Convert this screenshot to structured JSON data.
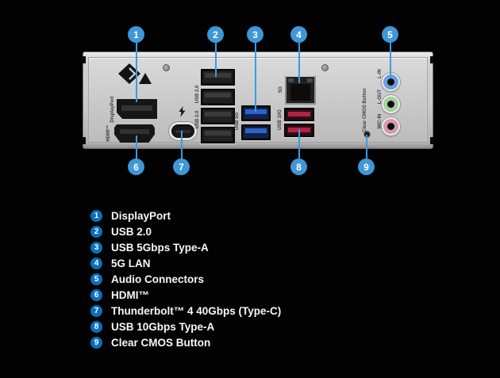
{
  "callouts": [
    {
      "number": "1"
    },
    {
      "number": "2"
    },
    {
      "number": "3"
    },
    {
      "number": "4"
    },
    {
      "number": "5"
    },
    {
      "number": "6"
    },
    {
      "number": "7"
    },
    {
      "number": "8"
    },
    {
      "number": "9"
    }
  ],
  "panel": {
    "labels": {
      "displayport": "DisplayPort",
      "hdmi": "HDMI™",
      "usb2_top": "USB 2.0",
      "usb2_bottom": "USB 2.0",
      "usb_5g": "USB 5G",
      "lan_5g": "5G",
      "usb_10g": "USB 10G",
      "clear_cmos": "Clear CMOS Button",
      "line_in": "L-IN",
      "line_out": "L-OUT",
      "mic_in": "MIC-IN"
    }
  },
  "legend": {
    "items": [
      {
        "number": "1",
        "label": "DisplayPort"
      },
      {
        "number": "2",
        "label": "USB 2.0"
      },
      {
        "number": "3",
        "label": "USB 5Gbps Type-A"
      },
      {
        "number": "4",
        "label": "5G LAN"
      },
      {
        "number": "5",
        "label": "Audio Connectors"
      },
      {
        "number": "6",
        "label": "HDMI™"
      },
      {
        "number": "7",
        "label": "Thunderbolt™ 4 40Gbps (Type-C)"
      },
      {
        "number": "8",
        "label": "USB 10Gbps Type-A"
      },
      {
        "number": "9",
        "label": "Clear CMOS Button"
      }
    ]
  },
  "colors": {
    "background": "#020202",
    "callout_blue": "#3E97D8",
    "legend_badge_blue": "#0A70BA",
    "panel_silver": "#C9C9C9",
    "usb_5g_port_blue": "#2F63C6",
    "usb_10g_port_red": "#B02444",
    "audio_line_in_blue": "#6D9FDD",
    "audio_line_out_green": "#A5CF9E",
    "audio_mic_in_pink": "#D598B0"
  }
}
